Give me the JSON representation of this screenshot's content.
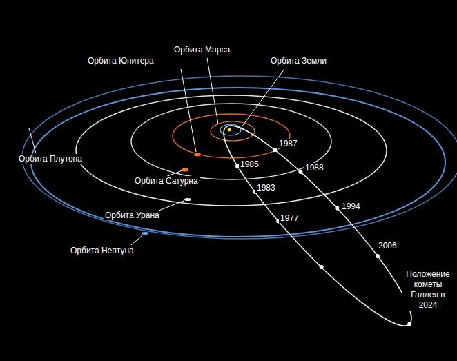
{
  "diagram": {
    "labels": [
      "Орбита Марса",
      "Орбита Юпитера",
      "Орбита Земли",
      "1987",
      "Орбита Плутона",
      "1985",
      "1988",
      "Орбита Сатурна",
      "1983",
      "Орбита Урана",
      "1994",
      "1977",
      "Орбита Нептуна",
      "2006",
      "Положение кометы Галлея в 2024"
    ]
  }
}
